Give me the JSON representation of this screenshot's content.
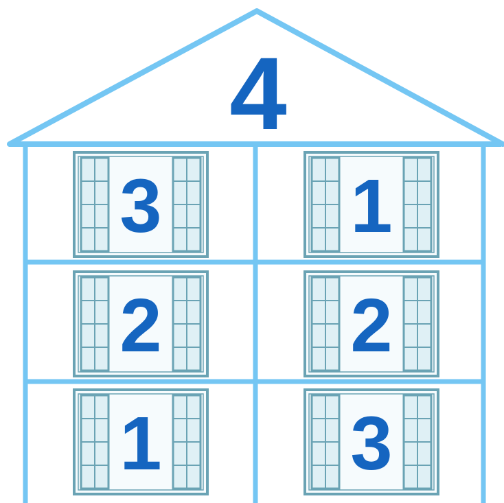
{
  "roof_number": "4",
  "rooms": [
    {
      "position": "top-left",
      "number": "3"
    },
    {
      "position": "top-right",
      "number": "1"
    },
    {
      "position": "middle-left",
      "number": "2"
    },
    {
      "position": "middle-right",
      "number": "2"
    },
    {
      "position": "bottom-left",
      "number": "1"
    },
    {
      "position": "bottom-right",
      "number": "3"
    }
  ],
  "colors": {
    "outline": "#74c6f3",
    "number": "#1565c0",
    "window_frame": "#6aa3b4",
    "window_glass": "#dff0f5"
  }
}
